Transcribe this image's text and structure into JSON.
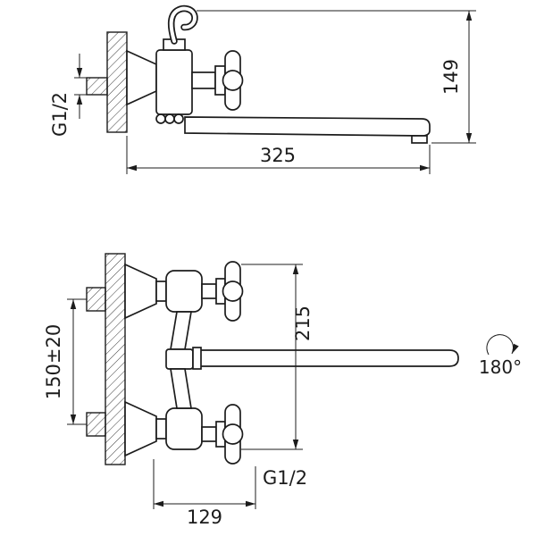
{
  "meta": {
    "background": "#ffffff",
    "line_color": "#1c1c1c",
    "drawing_type": "wall-mounted bath mixer faucet dimension drawing"
  },
  "side_view": {
    "labels": {
      "wall_thread": "G1/2",
      "spout_reach": "325",
      "overall_height": "149"
    }
  },
  "front_view": {
    "labels": {
      "supply_centers": "150±20",
      "overall_height": "215",
      "spout_swivel": "180°",
      "outlet_thread": "G1/2",
      "wall_to_outlet": "129"
    }
  }
}
